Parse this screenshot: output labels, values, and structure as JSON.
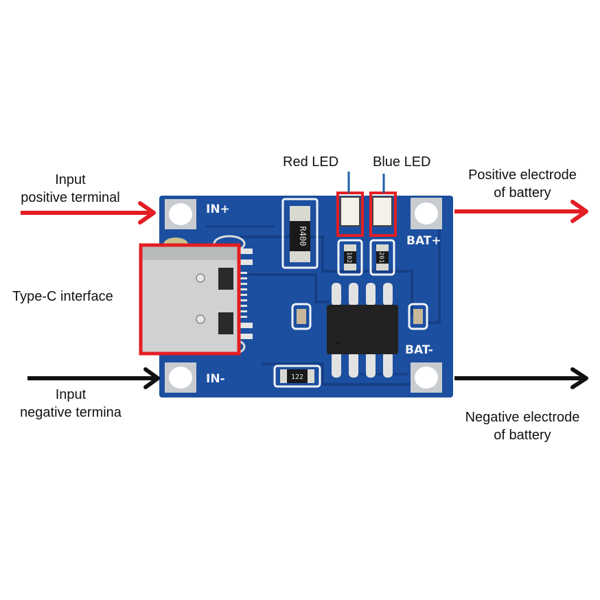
{
  "diagram": {
    "subject": "USB Type-C lithium battery charging module",
    "labels": {
      "input_positive": [
        "Input",
        "positive terminal"
      ],
      "input_negative": [
        "Input",
        "negative termina"
      ],
      "type_c": "Type-C interface",
      "red_led": "Red LED",
      "blue_led": "Blue LED",
      "battery_positive": [
        "Positive electrode",
        "of battery"
      ],
      "battery_negative": [
        "Negative electrode",
        "of battery"
      ]
    },
    "silkscreen": {
      "in_plus": "IN+",
      "in_minus": "IN-",
      "bat_plus": "BAT+",
      "bat_minus": "BAT-"
    },
    "components": {
      "sense_resistor": "R400",
      "led_resistor_1": "102",
      "led_resistor_2": "201",
      "prog_resistor": "122"
    },
    "colors": {
      "pcb": "#1c4fa0",
      "pcb_dark": "#153f86",
      "highlight": "#e31e24",
      "positive_arrow": "#e31e24",
      "negative_arrow": "#111111",
      "leader_line": "#1f5ea8",
      "pad": "#c8ccd0"
    }
  }
}
